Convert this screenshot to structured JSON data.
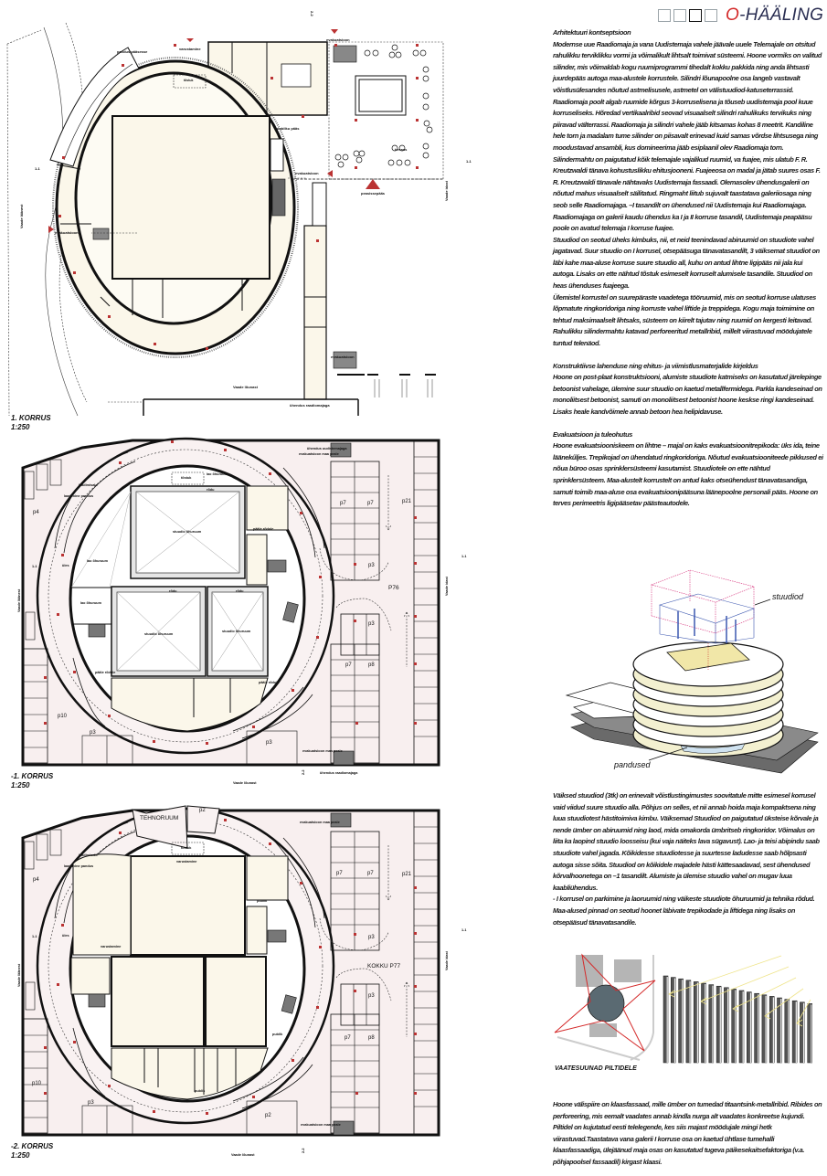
{
  "header": {
    "logo_squares": 4,
    "logo_o": "O",
    "logo_rest": "-HÄÄLING",
    "accent_color": "#d42a2a",
    "title_color": "#2a2e52"
  },
  "plans": {
    "first": {
      "title": "1. KORRUS",
      "scale": "1:250",
      "labels": [
        "pandus pääsesse",
        "varustamine",
        "tõstuk",
        "publiku pääs",
        "evakuatsioon",
        "evakuatsioon",
        "peasissepääs",
        "terrass",
        "evakuatsioon",
        "1-1",
        "1-1",
        "2-2",
        "Vaade läänest",
        "Vaade idast",
        "Vaade lõunast",
        "ühendus raadiomajaga",
        "evakuatsioon"
      ]
    },
    "minus1": {
      "title": "-1. KORRUS",
      "scale": "1:250",
      "labels": [
        "ühendus uudistemajaga",
        "evakuatsioon maa peale",
        "tõstuk",
        "lao õhuruum",
        "rõdu",
        "stuudio õhuruum",
        "laadimisala",
        "laadimine pandus",
        "lao õhuruum",
        "lao õhuruum",
        "rõdu",
        "rõdu",
        "stuudio õhuruum",
        "stuudio õhuruum",
        "pääle rõdule",
        "pääle rõdule",
        "pääle rõdule",
        "üles",
        "evakuatsioon maa peale",
        "ühendus raadiomajaga",
        "Vaade lõunast",
        "Vaade läänest",
        "Vaade idast",
        "1-1",
        "1-1",
        "2-2"
      ],
      "parking": [
        "p4",
        "p7",
        "p7",
        "p21",
        "p3",
        "P76",
        "p3",
        "p7",
        "p8",
        "p10",
        "p3",
        "p3"
      ]
    },
    "minus2": {
      "title": "-2. KORRUS",
      "scale": "1:250",
      "labels": [
        "TEHNORUUM",
        "evakuatsioon maa peale",
        "tõstuk",
        "varustamine",
        "varustamine",
        "publik",
        "publik",
        "publik",
        "üles",
        "laadimisala",
        "laadimine pandus",
        "evakuatsioon maa peale",
        "Vaade lõunast",
        "Vaade läänest",
        "Vaade idast",
        "1-1",
        "1-1",
        "2-2"
      ],
      "parking": [
        "p2",
        "p4",
        "p7",
        "p7",
        "p21",
        "p3",
        "KOKKU P77",
        "p3",
        "p7",
        "p8",
        "p10",
        "p3",
        "p2"
      ]
    }
  },
  "axonometry": {
    "label_top": "stuudiod",
    "label_bottom": "pandused"
  },
  "caption": "VAATESUUNAD PILTIDELE",
  "sections": {
    "concept": {
      "heading": "Arhitektuuri kontseptsioon",
      "paragraphs": [
        "Modernse uue Raadiomaja ja vana Uudistemaja vahele jäävale uuele Telemajale on otsitud rahulikku terviklikku vormi ja võimalikult lihtsalt toimivat süsteemi. Hoone vormiks on valitud silinder, mis võimaldab kogu ruumiprogrammi tihedalt kokku pakkida ning anda lihtsasti juurdepääs autoga maa-alustele korrustele. Silindri lõunapoolne osa langeb vastavalt võistlusülesandes nõutud astmelisusele, astmetel on välistuudiod-katuseterrassid. Raadiomaja poolt algab ruumide kõrgus 3-korruselisena ja tõuseb uudistemaja pool kuue korruseliseks. Hõredad vertikaalribid seovad visuaalselt silindri rahulikuks tervikuks ning piiravad välterrassi. Raadiomaja ja silindri vahele jääb kitsamas kohas 8 meetrit. Kandiline hele torn ja madalam tume silinder on piisavalt erinevad kuid samas võrdse lihtsusega ning moodustavad ansambli, kus domineerima jääb esiplaanil olev Raadiomaja torn.",
        "Silindermahtu on paigutatud kõik telemajale vajalikud ruumid, va fuajee, mis ulatub F. R. Kreutzwaldi tänava kohustuslikku ehitusjooneni. Fuajeeosa on madal ja jätab suures osas F. R. Kreutzwaldi tänavale nähtavaks Uudistemaja fassaadi. Olemasolev ühendusgalerii on nõutud mahus visuaalselt säilitatud. Ringmaht liitub sujuvalt taastatava galeriiosaga ning seob selle Raadiomajaga. –I tasandilt on ühendused nii Uudistemaja kui Raadiomajaga. Raadiomajaga on galerii kaudu ühendus ka I ja II korruse tasandil, Uudistemaja peapääsu poole on avatud telemaja I korruse fuajee.",
        "Stuudiod on seotud üheks kimbuks, nii, et neid teenindavad abiruumid on stuudiote vahel jagatavad. Suur stuudio on I korrusel, otsepääsuga tänavatasandilt, 3 väiksemat stuudiot on läbi kahe maa-aluse korruse suure stuudio all, kuhu on antud lihtne ligipääs nii jala kui autoga. Lisaks on ette nähtud tõstuk esimeselt korruselt alumisele tasandile. Stuudiod on heas ühenduses fuajeega.",
        "Ülemistel korrustel on suurepäraste vaadetega tööruumid, mis on seotud korruse ulatuses lõpmatute ringkoridoriga ning korruste vahel liftide ja treppidega. Kogu maja toimimine on tehtud maksimaalselt lihtsaks, süsteem on kiirelt tajutav ning ruumid on kergesti leitavad. Rahulikku silindermahtu katavad perforeeritud metallribid, millelt viirastuvad möödujatele tuntud telenäod."
      ]
    },
    "construction": {
      "heading": "Konstruktiivse lahenduse ning ehitus- ja viimistlusmaterjalide kirjeldus",
      "paragraphs": [
        "Hoone on post-plaat konstruktsiooni, alumiste stuudiote katmiseks on kasutatud järelepinge betoonist vahelage, ülemine suur stuudio on kaetud metallfermidega. Parkla kandeseinad on monoliitsest betoonist, samuti on monoliitsest betoonist hoone keskse ringi kandeseinad.  Lisaks heale kandvõimele annab betoon hea helipidavuse."
      ]
    },
    "evacuation": {
      "heading": "Evakuatsioon ja tuleohutus",
      "paragraphs": [
        "Hoone evakuatsiooniskeem on lihtne – majal on kaks evakuatsioonitrepikoda: üks ida, teine läänekűljes. Trepikojad on ühendatud ringkoridoriga. Nõutud evakuatsiooniteede pikkused ei nõua büroo osas sprinklersüsteemi kasutamist. Stuudiotele on ette nähtud sprinklersüsteem. Maa-alustelt korrustelt on antud kaks otseühendust tänavatasandiga, samuti toimib maa-aluse osa evakuatsioonipääsuna läänepoolne personali pääs. Hoone on terves perimeetris ligipääsetav päästeautodele."
      ]
    },
    "studios": {
      "paragraphs": [
        "Väiksed stuudiod (3tk) on erinevalt võistlustingimustes soovitatule mitte esimesel korrusel vaid viidud suure stuudio alla. Põhjus on selles, et nii annab hoida maja kompaktsena ning luua stuudiotest hästitoimiva kimbu.  Väiksemad Stuudiod on paigutatud üksteise kõrvale ja nende ümber on abiruumid ning laod, mida omakorda ümbritseb ringkoridor. Võimalus on liita ka laopind stuudio loosseisu (kui vaja näiteks lava sügavust). Lao- ja teisi abipindu saab stuudiote vahel jagada. Kõikidesse stuudiotesse ja suurtesse ladudesse saab hõlpsasti autoga sisse sõita. Stuudiod on kõikidele majadele hästi kättesaadavad, sest  ühendused kõrvalhoonetega on –1 tasandilt. Alumiste ja ülemise stuudio vahel on mugav luua kaabliühendus.",
        "- I korrusel on parkimine ja laoruumid ning väikeste stuudiote õhuruumid ja tehnika rõdud. Maa-alused pinnad on seotud hoonet läbivate trepikodade ja liftidega ning lisaks on otsepääsud tänavatasandile."
      ]
    },
    "facade": {
      "paragraphs": [
        "Hoone välispiire on klaasfassaad, mille ümber on tumedad titaantsink-metallribid. Ribides on perforeering, mis eemalt vaadates annab kindla nurga alt vaadates konkreetse kujundi. Piltidel on kujutatud eesti telelegende, kes siis majast möödujale mingi hetk viirastuvad.Taastatava vana galerii I korruse osa on kaetud ühtlase tumehalli klaasfassaadiga, ülejäänud maja osas on kasutatud tugeva päikesekaitsefaktoriga (v.a. põhjapoolsel fassaadil) kirgast klaasi."
      ]
    }
  }
}
